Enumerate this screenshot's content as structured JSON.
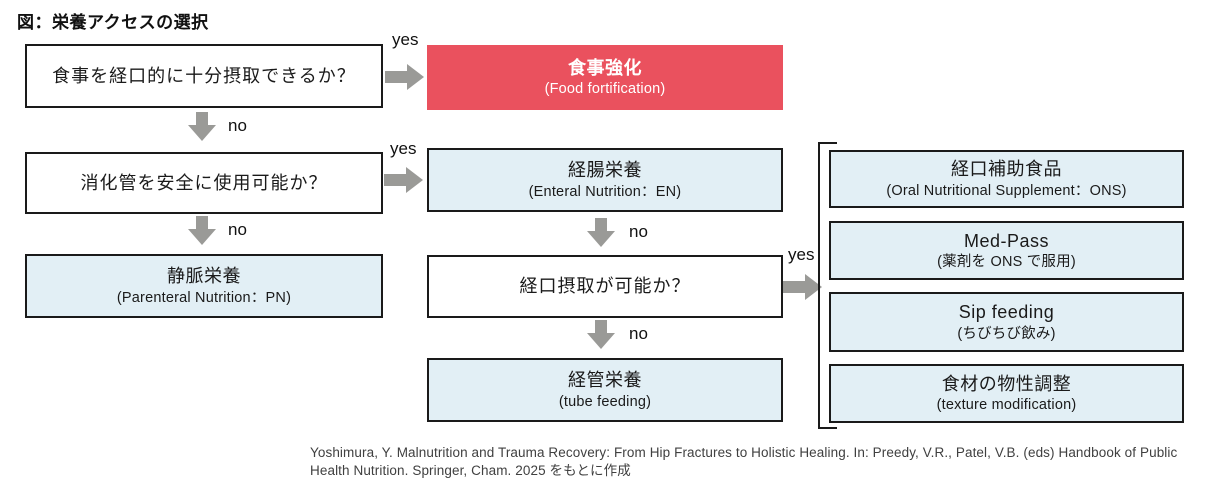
{
  "title": "図：栄養アクセスの選択",
  "edge_labels": {
    "yes": "yes",
    "no": "no"
  },
  "colors": {
    "accent_red": "#ea515e",
    "box_blue": "#e2eff5",
    "arrow_gray": "#9a9a97",
    "border_black": "#1a1a1a"
  },
  "nodes": {
    "q_oral_intake": "食事を経口的に十分摂取できるか？",
    "q_gut_safe": "消化管を安全に使用可能か？",
    "q_oral_possible": "経口摂取が可能か？",
    "food_fortification": {
      "jp": "食事強化",
      "en": "(Food fortification)"
    },
    "enteral_nutrition": {
      "jp": "経腸栄養",
      "en": "(Enteral Nutrition：EN)"
    },
    "parenteral_nutrition": {
      "jp": "静脈栄養",
      "en": "(Parenteral Nutrition：PN)"
    },
    "tube_feeding": {
      "jp": "経管栄養",
      "en": "(tube feeding)"
    },
    "ons_options": [
      {
        "jp": "経口補助食品",
        "en": "(Oral Nutritional Supplement：ONS)"
      },
      {
        "jp": "Med-Pass",
        "en": "(薬剤を ONS で服用)"
      },
      {
        "jp": "Sip feeding",
        "en": "(ちびちび飲み)"
      },
      {
        "jp": "食材の物性調整",
        "en": "(texture modification)"
      }
    ]
  },
  "citation": "Yoshimura, Y. Malnutrition and Trauma Recovery: From Hip Fractures to Holistic Healing. In: Preedy, V.R., Patel, V.B. (eds) Handbook of Public Health Nutrition. Springer, Cham. 2025 をもとに作成"
}
